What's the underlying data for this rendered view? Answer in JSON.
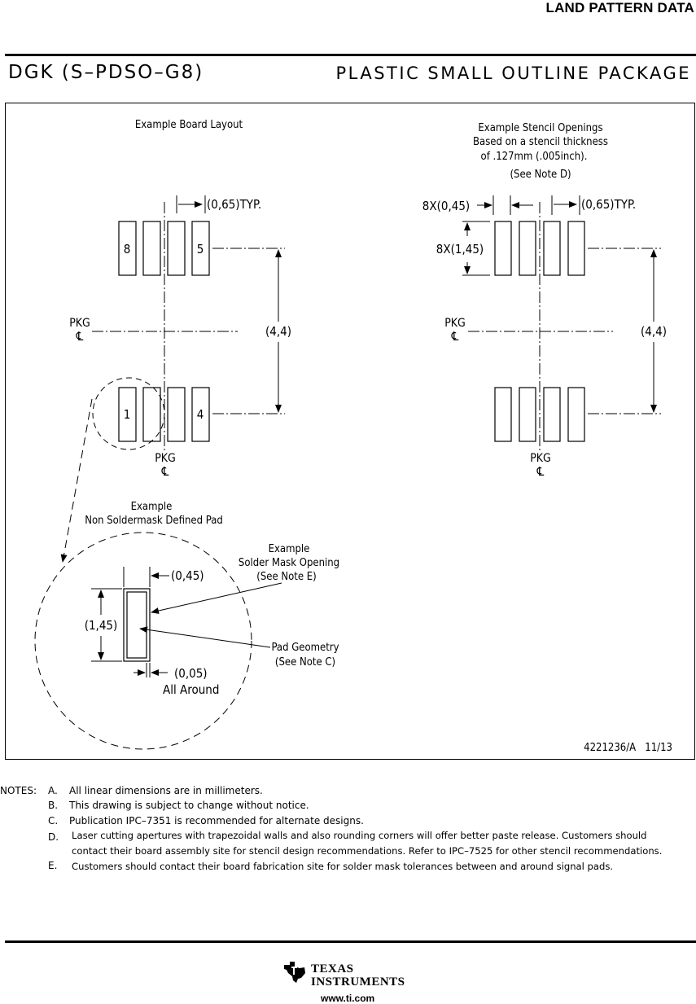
{
  "header": {
    "title": "LAND PATTERN DATA"
  },
  "package": {
    "code": "DGK (S–PDSO–G8)",
    "description": "PLASTIC SMALL OUTLINE PACKAGE"
  },
  "board_layout": {
    "title": "Example Board Layout",
    "pitch_label": "(0,65)TYP.",
    "span_label": "(4,4)",
    "pkg_label": "PKG",
    "centerline_symbol": "℄",
    "pin_labels": {
      "p8": "8",
      "p5": "5",
      "p1": "1",
      "p4": "4"
    }
  },
  "stencil": {
    "title_lines": [
      "Example Stencil Openings",
      "Based on a stencil thickness",
      "of .127mm (.005inch)."
    ],
    "note_ref": "(See Note D)",
    "width_label": "8X(0,45)",
    "length_label": "8X(1,45)",
    "pitch_label": "(0,65)TYP.",
    "span_label": "(4,4)",
    "pkg_label": "PKG",
    "centerline_symbol": "℄"
  },
  "pad_detail": {
    "title_lines": [
      "Example",
      "Non Soldermask Defined Pad"
    ],
    "mask_lines": [
      "Example",
      "Solder Mask Opening",
      "(See Note E)"
    ],
    "width_label": "(0,45)",
    "length_label": "(1,45)",
    "clearance_label": "(0,05)",
    "clearance_sub": "All Around",
    "geom_lines": [
      "Pad Geometry",
      "(See Note C)"
    ]
  },
  "drawing_id": "4221236/A   11/13",
  "notes": {
    "heading": "NOTES:",
    "items": [
      {
        "letter": "A.",
        "lines": [
          "All linear dimensions are in millimeters."
        ]
      },
      {
        "letter": "B.",
        "lines": [
          "This drawing is subject to change without notice."
        ]
      },
      {
        "letter": "C.",
        "lines": [
          "Publication IPC–7351 is recommended for alternate designs."
        ]
      },
      {
        "letter": "D.",
        "lines": [
          "Laser cutting apertures with trapezoidal walls and also rounding corners will offer better paste release. Customers should",
          "contact their board assembly site for stencil design recommendations.  Refer to IPC–7525 for other stencil recommendations."
        ]
      },
      {
        "letter": "E.",
        "lines": [
          "Customers should contact their board fabrication site for solder mask tolerances between and around signal pads."
        ]
      }
    ]
  },
  "footer": {
    "brand_top": "TEXAS",
    "brand_bottom": "INSTRUMENTS",
    "website": "www.ti.com"
  }
}
